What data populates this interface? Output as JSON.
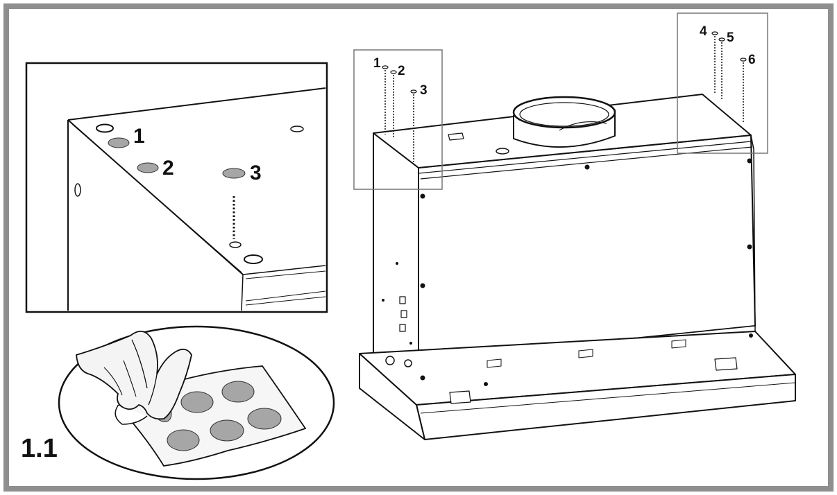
{
  "figure": {
    "label": "1.1"
  },
  "detail_labels": [
    "1",
    "2",
    "3"
  ],
  "main_labels": [
    "1",
    "2",
    "3",
    "4",
    "5",
    "6"
  ],
  "pad_count": 6,
  "colors": {
    "frame": "#8f8f8f",
    "line": "#111111",
    "pad": "#a6a6a6",
    "glove": "#f4f4f4"
  }
}
